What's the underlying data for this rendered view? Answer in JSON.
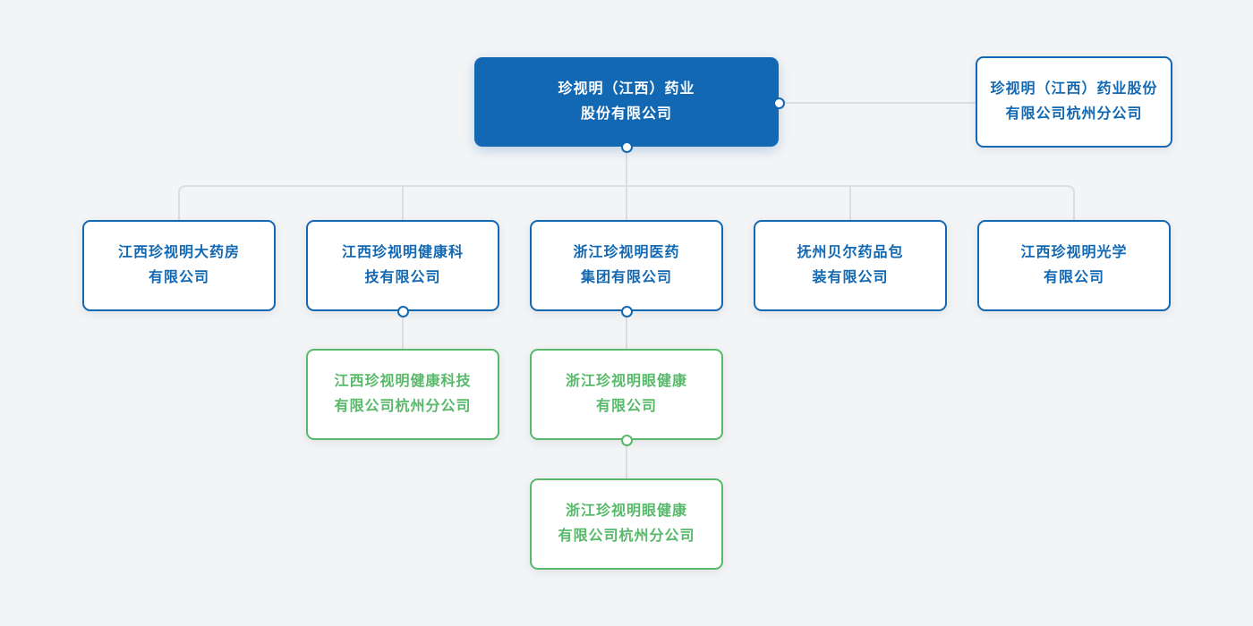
{
  "colors": {
    "primary_blue": "#1268b2",
    "branch_green": "#57b969",
    "connector_gray": "#dcdde1",
    "node_background": "#ffffff",
    "page_background": "#f3f4f6"
  },
  "org_chart": {
    "root": {
      "line1": "珍视明（江西）药业",
      "line2": "股份有限公司",
      "full_name": "珍视明（江西）药业股份有限公司"
    },
    "root_branch": {
      "line1": "珍视明（江西）药业股份",
      "line2": "有限公司杭州分公司",
      "full_name": "珍视明（江西）药业股份有限公司杭州分公司"
    },
    "level2": [
      {
        "line1": "江西珍视明大药房",
        "line2": "有限公司",
        "full_name": "江西珍视明大药房有限公司"
      },
      {
        "line1": "江西珍视明健康科",
        "line2": "技有限公司",
        "full_name": "江西珍视明健康科技有限公司"
      },
      {
        "line1": "浙江珍视明医药",
        "line2": "集团有限公司",
        "full_name": "浙江珍视明医药集团有限公司"
      },
      {
        "line1": "抚州贝尔药品包",
        "line2": "装有限公司",
        "full_name": "抚州贝尔药品包装有限公司"
      },
      {
        "line1": "江西珍视明光学",
        "line2": "有限公司",
        "full_name": "江西珍视明光学有限公司"
      }
    ],
    "level3": [
      {
        "line1": "江西珍视明健康科技",
        "line2": "有限公司杭州分公司",
        "full_name": "江西珍视明健康科技有限公司杭州分公司"
      },
      {
        "line1": "浙江珍视明眼健康",
        "line2": "有限公司",
        "full_name": "浙江珍视明眼健康有限公司"
      }
    ],
    "level4": [
      {
        "line1": "浙江珍视明眼健康",
        "line2": "有限公司杭州分公司",
        "full_name": "浙江珍视明眼健康有限公司杭州分公司"
      }
    ]
  }
}
